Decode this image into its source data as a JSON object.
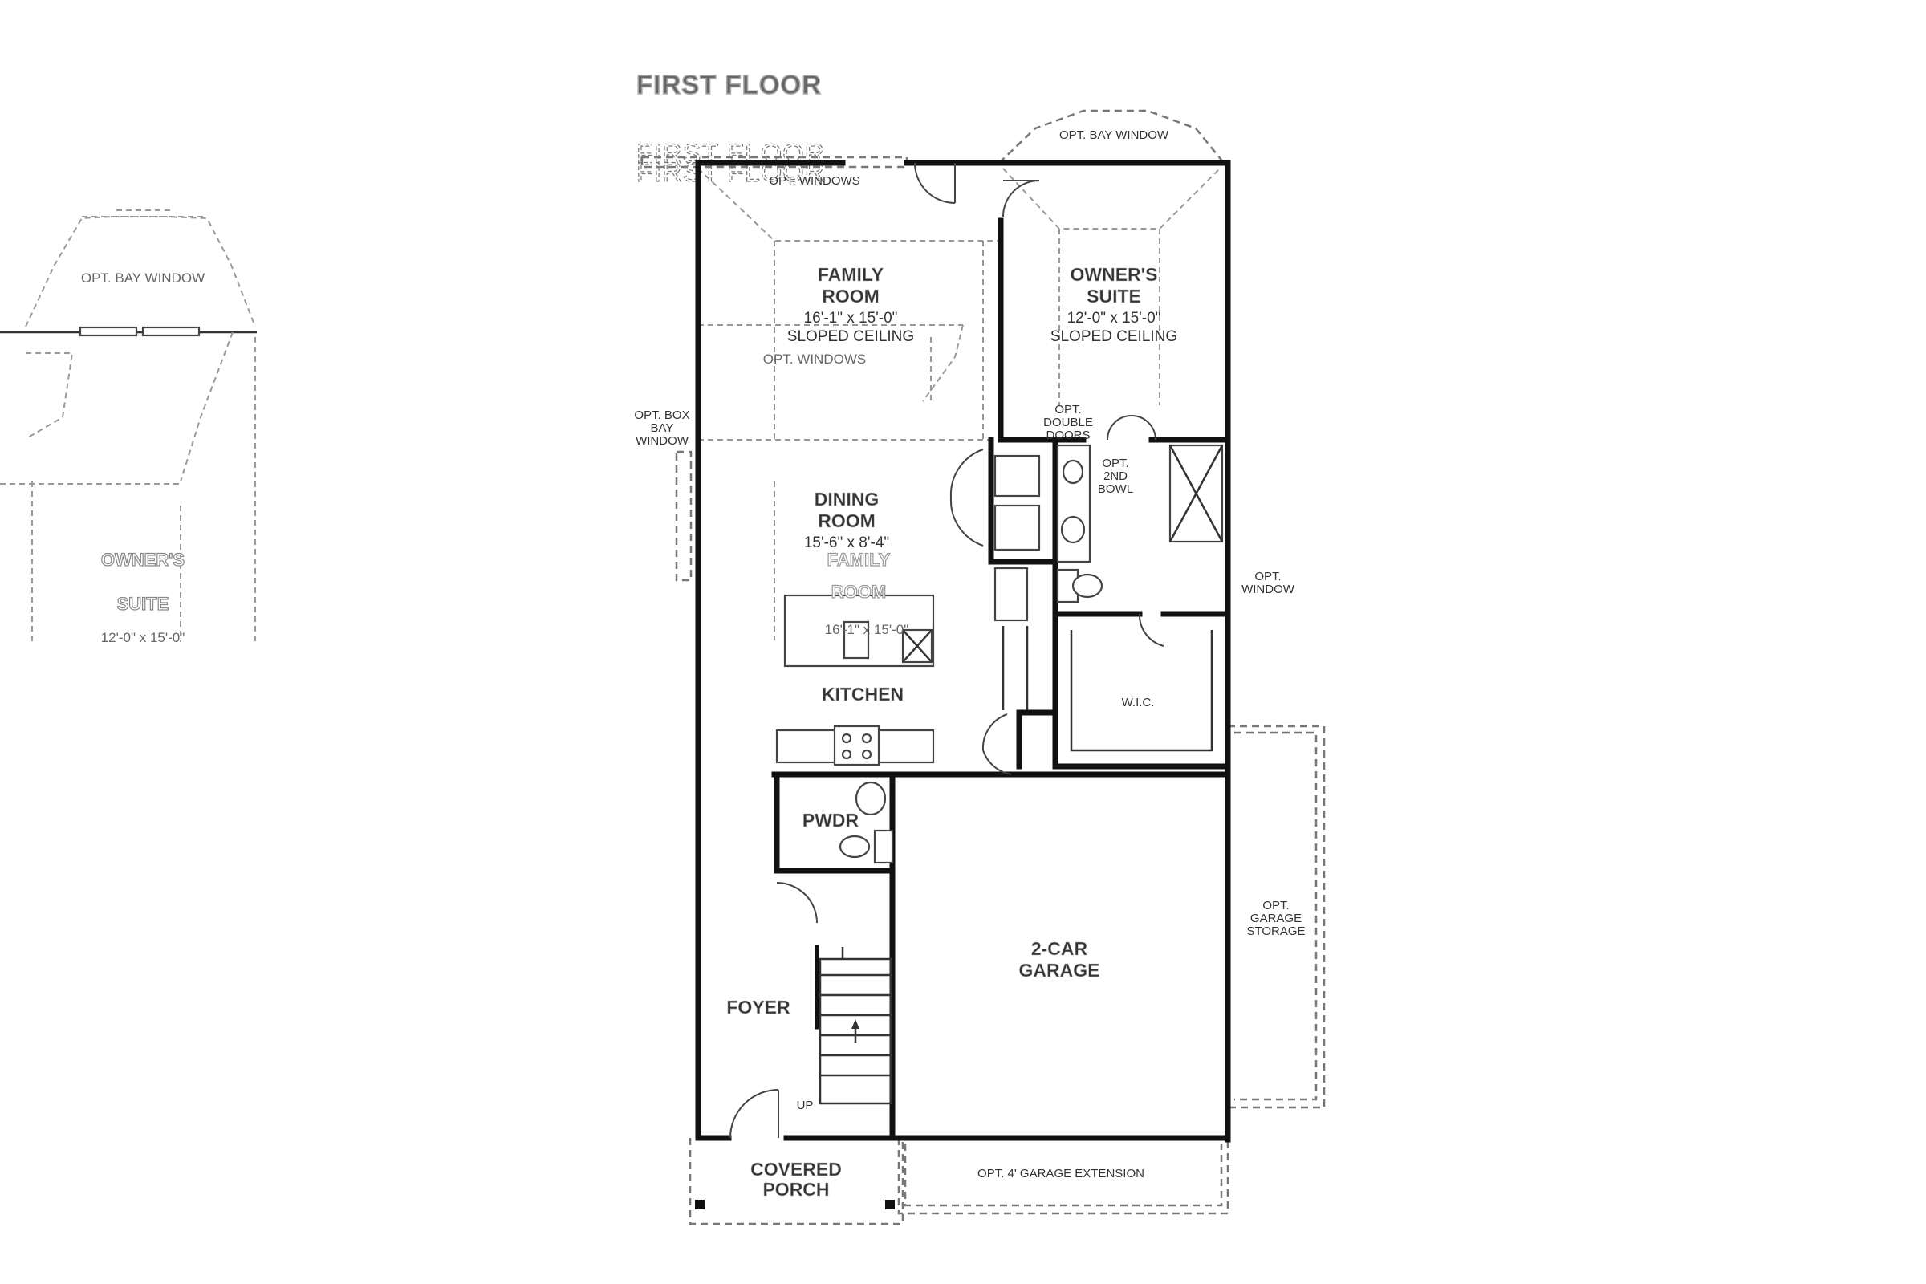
{
  "title": "FIRST FLOOR",
  "rooms": {
    "family_room": {
      "name_line1": "FAMILY",
      "name_line2": "ROOM",
      "dims": "16'-1\" x 15'-0\"",
      "ceiling": "SLOPED CEILING"
    },
    "owners_suite": {
      "name_line1": "OWNER'S",
      "name_line2": "SUITE",
      "dims": "12'-0\" x 15'-0\"",
      "ceiling": "SLOPED CEILING"
    },
    "dining_room": {
      "name_line1": "DINING",
      "name_line2": "ROOM",
      "dims": "15'-6\" x 8'-4\""
    },
    "kitchen": {
      "name": "KITCHEN"
    },
    "pwdr": {
      "name": "PWDR"
    },
    "foyer": {
      "name": "FOYER"
    },
    "garage": {
      "name_line1": "2-CAR",
      "name_line2": "GARAGE"
    },
    "covered_porch": {
      "name_line1": "COVERED",
      "name_line2": "PORCH"
    },
    "wic": {
      "name": "W.I.C."
    }
  },
  "notes": {
    "opt_bay_window": "OPT. BAY WINDOW",
    "opt_windows": "OPT. WINDOWS",
    "opt_box_bay_window": [
      "OPT. BOX",
      "BAY",
      "WINDOW"
    ],
    "opt_double_doors": [
      "OPT.",
      "DOUBLE",
      "DOORS"
    ],
    "opt_2nd_bowl": [
      "OPT.",
      "2ND",
      "BOWL"
    ],
    "opt_window": [
      "OPT.",
      "WINDOW"
    ],
    "opt_garage_storage": [
      "OPT.",
      "GARAGE",
      "STORAGE"
    ],
    "opt_garage_extension": "OPT. 4' GARAGE EXTENSION",
    "up": "UP"
  },
  "inset": {
    "bay_window": "OPT. BAY WINDOW",
    "suite_line1": "OWNER'S",
    "suite_line2": "SUITE",
    "suite_dims": "12'-0\" x 15'-0\""
  },
  "overlay": {
    "family_line1": "FAMILY",
    "family_line2": "ROOM",
    "family_dims": "16'-1\" x 15'-0\"",
    "opt_windows": "OPT. WINDOWS"
  }
}
